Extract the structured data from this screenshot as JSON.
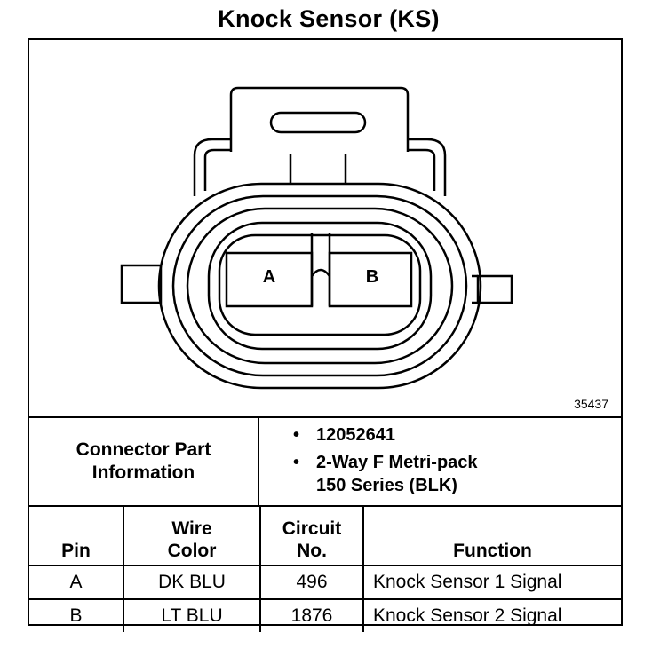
{
  "title": "Knock Sensor (KS)",
  "diagram": {
    "figure_number": "35437",
    "cavity_labels": [
      "A",
      "B"
    ]
  },
  "connector_info": {
    "label_line1": "Connector Part",
    "label_line2": "Information",
    "items": [
      {
        "line1": "12052641",
        "line2": ""
      },
      {
        "line1": "2-Way F Metri-pack",
        "line2": "150 Series (BLK)"
      }
    ]
  },
  "table": {
    "headers": {
      "pin": "Pin",
      "wire_color_line1": "Wire",
      "wire_color_line2": "Color",
      "circuit_line1": "Circuit",
      "circuit_line2": "No.",
      "function": "Function"
    },
    "rows": [
      {
        "pin": "A",
        "wire_color": "DK BLU",
        "circuit": "496",
        "function": "Knock Sensor 1 Signal"
      },
      {
        "pin": "B",
        "wire_color": "LT BLU",
        "circuit": "1876",
        "function": "Knock Sensor 2 Signal"
      }
    ]
  }
}
